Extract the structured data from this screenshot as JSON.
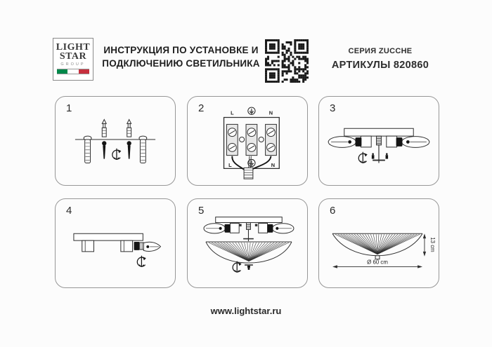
{
  "page": {
    "footer_url": "www.lightstar.ru"
  },
  "header": {
    "logo": {
      "line1": "LIGHT",
      "line2": "STAR",
      "line3": "GROUP",
      "flag_green": "#00884a",
      "flag_white": "#ffffff",
      "flag_red": "#c6303e"
    },
    "title_line1": "ИНСТРУКЦИЯ ПО УСТАНОВКЕ И",
    "title_line2": "ПОДКЛЮЧЕНИЮ СВЕТИЛЬНИКА",
    "series": "СЕРИЯ ZUCCHE",
    "articles": "АРТИКУЛЫ 820860"
  },
  "panels": {
    "p1": {
      "number": "1"
    },
    "p2": {
      "number": "2",
      "labels": {
        "top_l": "L",
        "top_n": "N",
        "bottom_l": "L",
        "bottom_n": "N"
      }
    },
    "p3": {
      "number": "3"
    },
    "p4": {
      "number": "4"
    },
    "p5": {
      "number": "5"
    },
    "p6": {
      "number": "6",
      "dim_diameter": "Ø 60 cm",
      "dim_height": "13 cm"
    }
  }
}
